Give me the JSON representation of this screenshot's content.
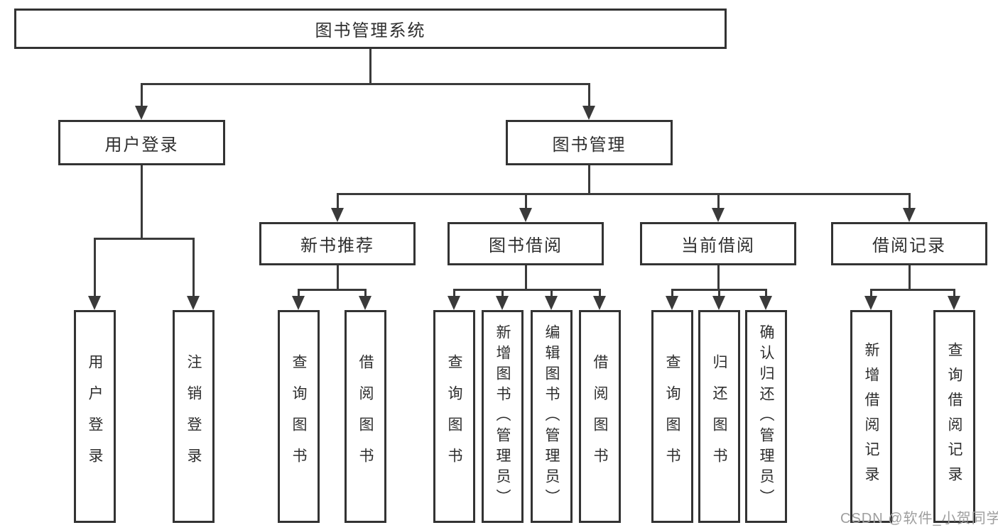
{
  "tree": {
    "label": "图书管理系统",
    "children": [
      {
        "label": "用户登录",
        "children": [
          {
            "label": "用户登录"
          },
          {
            "label": "注销登录"
          }
        ]
      },
      {
        "label": "图书管理",
        "children": [
          {
            "label": "新书推荐",
            "children": [
              {
                "label": "查询图书"
              },
              {
                "label": "借阅图书"
              }
            ]
          },
          {
            "label": "图书借阅",
            "children": [
              {
                "label": "查询图书"
              },
              {
                "label": "新增图书（管理员）"
              },
              {
                "label": "编辑图书（管理员）"
              },
              {
                "label": "借阅图书"
              }
            ]
          },
          {
            "label": "当前借阅",
            "children": [
              {
                "label": "查询图书"
              },
              {
                "label": "归还图书"
              },
              {
                "label": "确认归还（管理员）"
              }
            ]
          },
          {
            "label": "借阅记录",
            "children": [
              {
                "label": "新增借阅记录"
              },
              {
                "label": "查询借阅记录"
              }
            ]
          }
        ]
      }
    ]
  },
  "watermark": "CSDN @软件_小贺同学",
  "colors": {
    "line": "#3a3a3a",
    "border": "#333333",
    "text": "#2e2e2e",
    "watermark_text": "#9e9e9e",
    "background": "#ffffff"
  }
}
